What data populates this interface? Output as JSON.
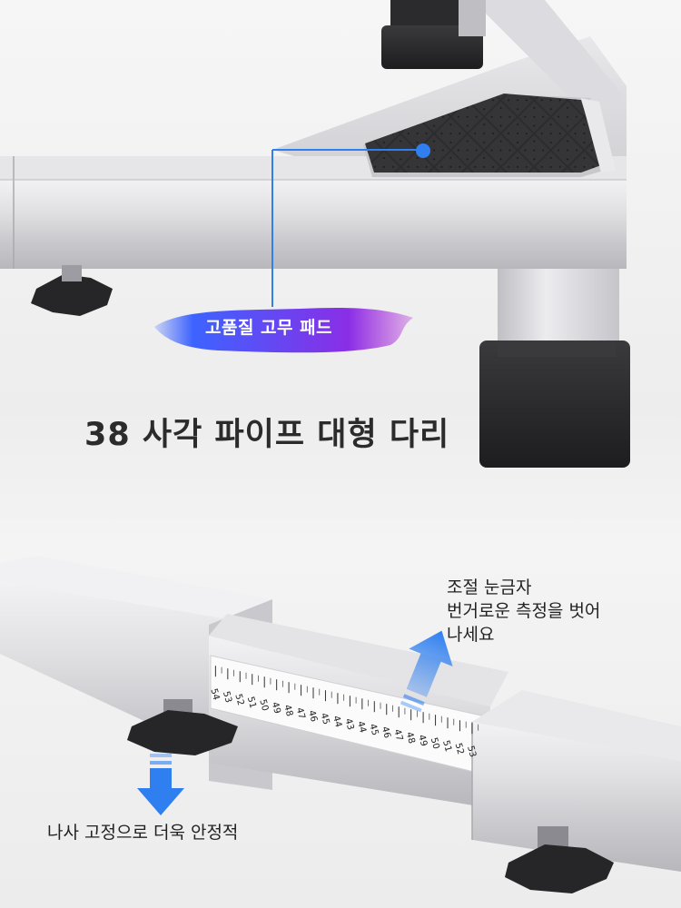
{
  "callouts": {
    "pad_label": "고품질 고무 패드",
    "headline": "38 사각 파이프 대형 다리",
    "ruler_note": "조절 눈금자\n번거로운 측정을 벗어\n나세요",
    "screw_note": "나사 고정으로 더욱 안정적"
  },
  "ruler": {
    "left_ticks": [
      "54",
      "53",
      "52",
      "51",
      "50",
      "49",
      "48",
      "47",
      "46",
      "45",
      "44"
    ],
    "center_tick": "43",
    "right_ticks": [
      "44",
      "45",
      "46",
      "47",
      "48",
      "49",
      "50",
      "51",
      "52",
      "53"
    ]
  },
  "colors": {
    "accent_blue": "#2f7ff0",
    "pad_label_gradient_start": "#3d63ff",
    "pad_label_gradient_end": "#b023d8",
    "rubber": "#2a2a2c",
    "steel": "#d9d9dc"
  },
  "icons": {
    "up_arrow": "arrow-up-icon",
    "down_arrow": "arrow-down-icon"
  }
}
